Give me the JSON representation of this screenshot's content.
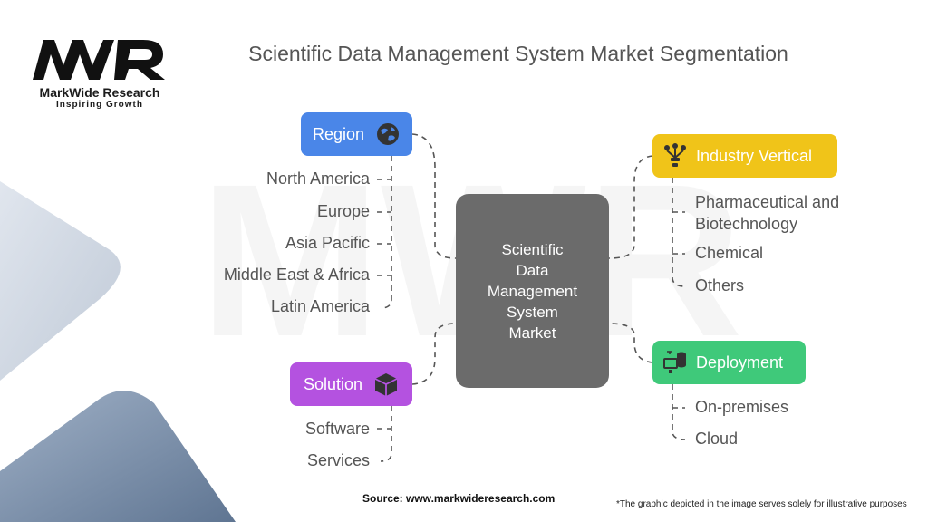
{
  "brand": {
    "name": "MarkWide Research",
    "tagline": "Inspiring Growth"
  },
  "title": "Scientific Data Management System Market Segmentation",
  "center": {
    "lines": [
      "Scientific",
      "Data",
      "Management",
      "System",
      "Market"
    ]
  },
  "segments": {
    "region": {
      "label": "Region",
      "color": "#4a86e8",
      "icon": "globe-icon",
      "items": [
        "North America",
        "Europe",
        "Asia Pacific",
        "Middle East & Africa",
        "Latin America"
      ]
    },
    "solution": {
      "label": "Solution",
      "color": "#b452e0",
      "icon": "box-icon",
      "items": [
        "Software",
        "Services"
      ]
    },
    "industry": {
      "label": "Industry Vertical",
      "color": "#f0c419",
      "icon": "network-icon",
      "items": [
        "Pharmaceutical and Biotechnology",
        "Chemical",
        "Others"
      ]
    },
    "deployment": {
      "label": "Deployment",
      "color": "#3fc97a",
      "icon": "server-icon",
      "items": [
        "On-premises",
        "Cloud"
      ]
    }
  },
  "footer": {
    "source": "Source: www.markwideresearch.com",
    "disclaimer": "*The graphic depicted in the image serves solely for illustrative purposes"
  }
}
